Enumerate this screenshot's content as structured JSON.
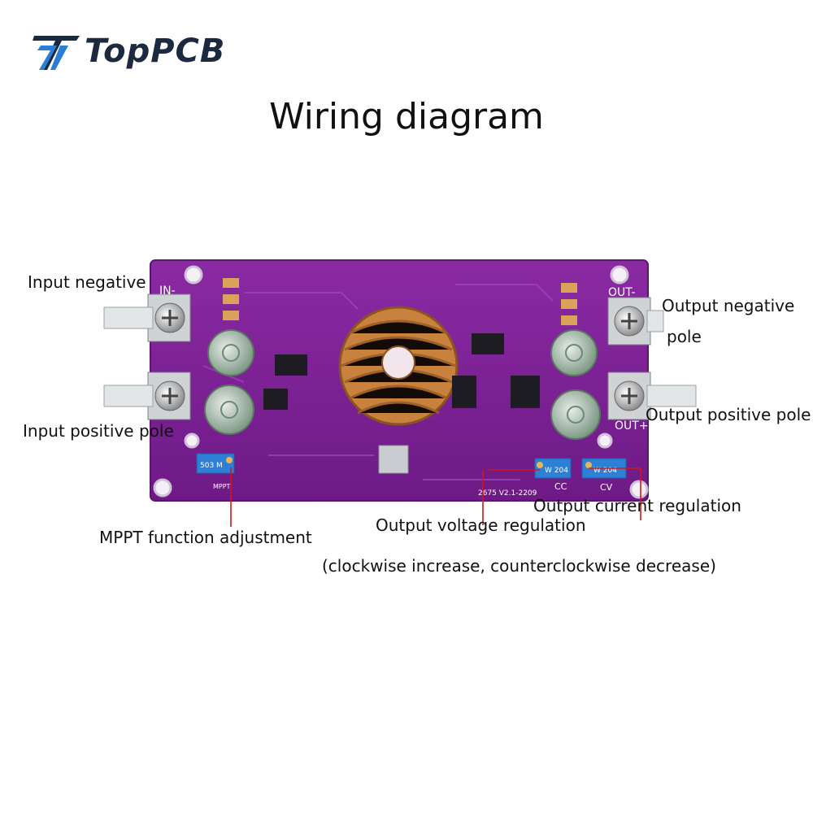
{
  "header": {
    "logo_text": "TopPCB",
    "title": "Wiring diagram"
  },
  "labels": {
    "input_negative": "Input negative",
    "input_positive": "Input positive pole",
    "output_negative_line1": "Output negative",
    "output_negative_line2": "pole",
    "output_positive": "Output positive pole",
    "mppt": "MPPT function adjustment",
    "output_voltage": "Output voltage regulation",
    "output_current": "Output current regulation",
    "direction_note": "(clockwise increase, counterclockwise decrease)"
  },
  "board_markings": {
    "in_minus": "IN-",
    "out_minus": "OUT-",
    "out_plus": "OUT+",
    "cc": "CC",
    "cv": "CV",
    "mppt": "MPPT",
    "version": "2675 V2.1-2209",
    "pot_mppt": "503 M",
    "pot_cc": "W 204",
    "pot_cv": "W 204"
  },
  "colors": {
    "board": "#7a1f93",
    "board_edge": "#5e1572",
    "copper": "#c8823e",
    "leader_line": "#d01818",
    "pot_blue": "#2e7fd6"
  }
}
